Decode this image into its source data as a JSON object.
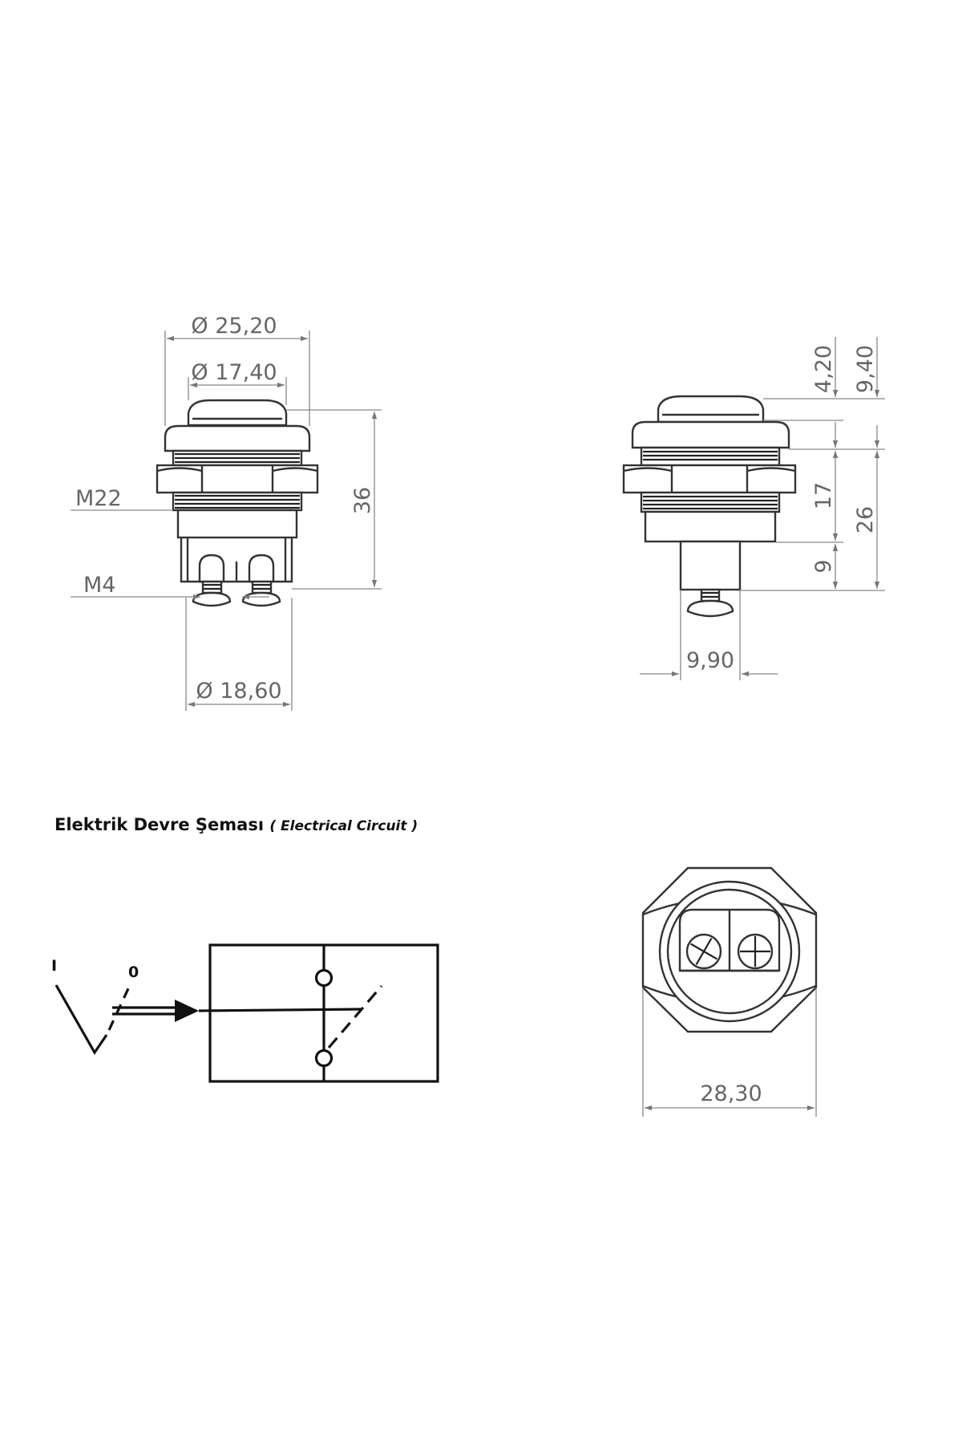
{
  "front_view": {
    "dim_outer_diameter": "Ø 25,20",
    "dim_cap_diameter": "Ø 17,40",
    "dim_body_diameter": "Ø 18,60",
    "dim_total_height": "36",
    "label_thread": "M22",
    "label_screw": "M4"
  },
  "side_view": {
    "dim_a": "4,20",
    "dim_b": "9,40",
    "dim_c": "17",
    "dim_d": "26",
    "dim_e": "9",
    "dim_terminal_width": "9,90"
  },
  "bottom_view": {
    "dim_hex_width": "28,30"
  },
  "circuit": {
    "title": "Elektrik Devre Şeması",
    "subtitle": "( Electrical Circuit )",
    "label_on": "I",
    "label_off": "0"
  },
  "colors": {
    "line": "#333333",
    "dimension": "#888888",
    "text": "#666666"
  }
}
